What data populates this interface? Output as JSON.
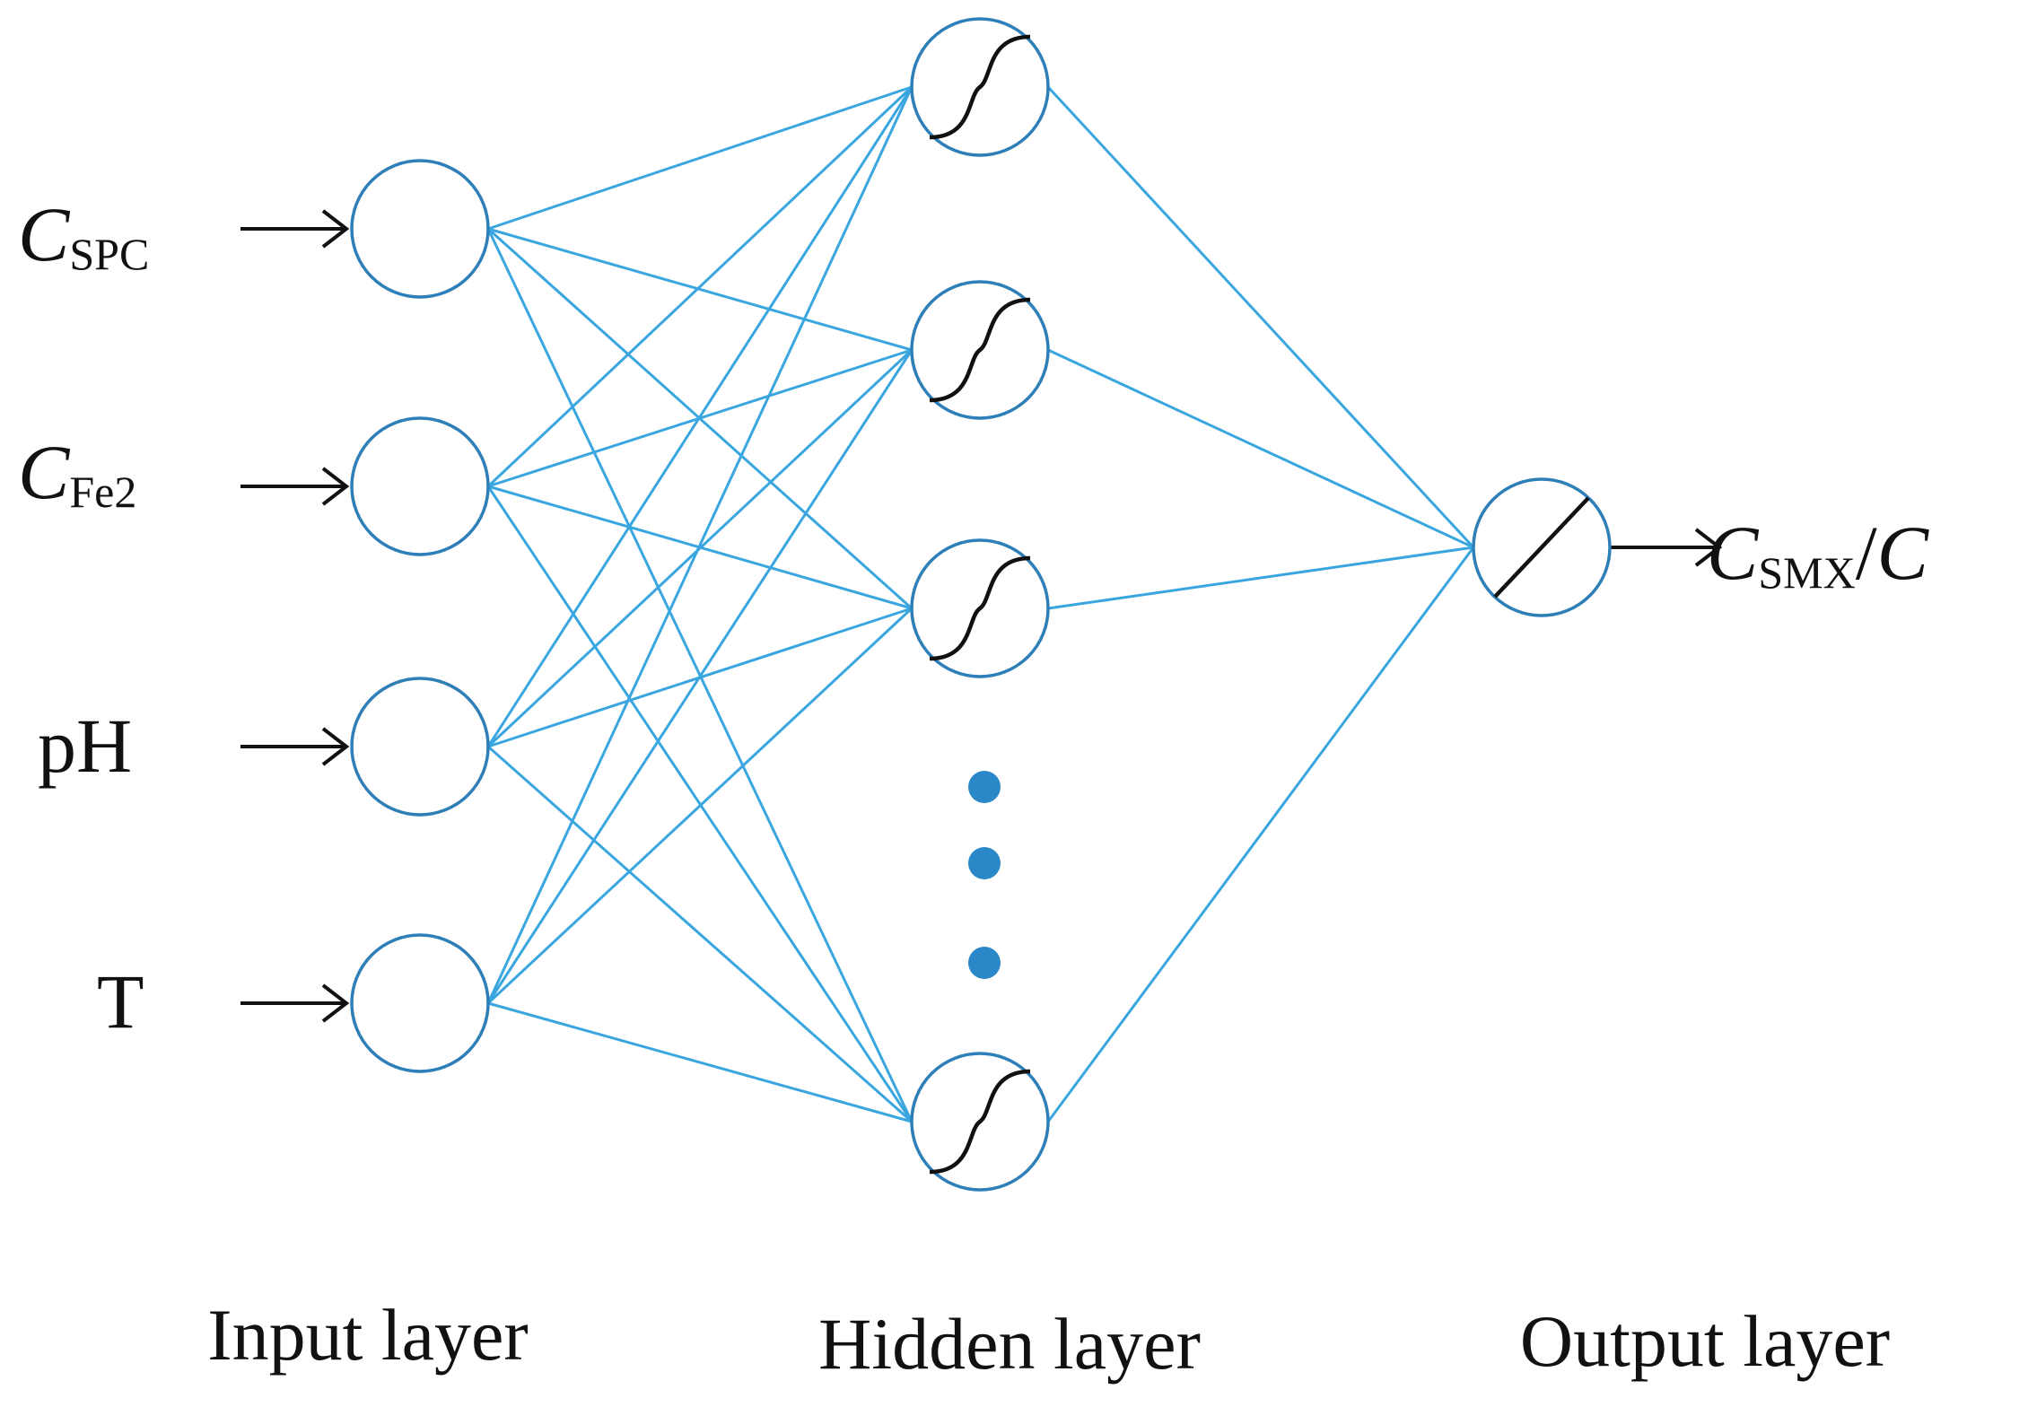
{
  "colors": {
    "connection": "#3aa6e0",
    "node_stroke": "#2e7fb8",
    "dot_fill": "#2b88c8",
    "curve": "#111111",
    "arrow": "#111111",
    "text": "#111111"
  },
  "inputs": [
    {
      "main": "C",
      "sub": "SPC"
    },
    {
      "main": "C",
      "sub": "Fe2"
    },
    {
      "main": "pH",
      "sub": ""
    },
    {
      "main": "T",
      "sub": ""
    }
  ],
  "hidden": {
    "node_count_shown": 4,
    "activation_icon": "sigmoid-icon",
    "ellipsis_icon": "vertical-dots-icon"
  },
  "output": {
    "main": "C",
    "sub": "SMX",
    "slash": "/",
    "denominator": "C",
    "activation_icon": "linear-icon"
  },
  "layer_labels": {
    "input": "Input layer",
    "hidden": "Hidden layer",
    "output": "Output layer"
  }
}
